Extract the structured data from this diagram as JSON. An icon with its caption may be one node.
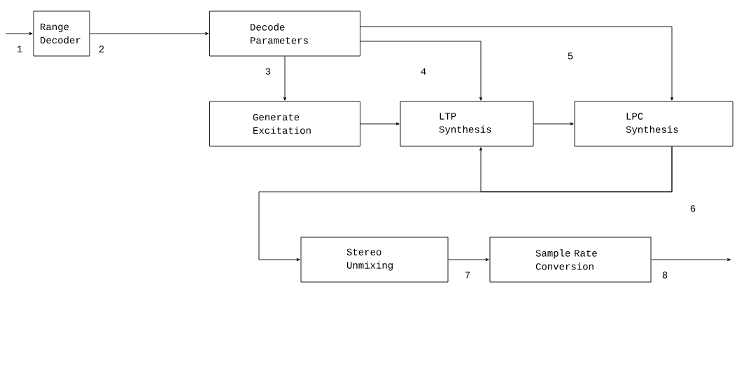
{
  "diagram": {
    "nodes": [
      {
        "text": [
          "Range Decoder"
        ]
      },
      {
        "text": [
          "Decode Parameters"
        ]
      },
      {
        "text": [
          "Generate Excitation"
        ]
      },
      {
        "text": [
          "LTP Synthesis"
        ]
      },
      {
        "text": [
          "LPC Synthesis"
        ]
      },
      {
        "text": [
          "Stereo Unmixing"
        ]
      },
      {
        "text": [
          "Sample Rate Conversion"
        ]
      }
    ],
    "edges": [
      {
        "from": null,
        "to": 0,
        "arrow": "to",
        "label": "1"
      },
      {
        "from": 0,
        "to": 1,
        "arrow": "to",
        "label": "2"
      },
      {
        "from": 1,
        "to": 2,
        "arrow": "to",
        "label": "3"
      },
      {
        "from": 1,
        "to": 3,
        "arrow": "to",
        "label": "4"
      },
      {
        "from": 1,
        "to": 4,
        "arrow": "to",
        "label": "5"
      },
      {
        "from": 2,
        "to": 3,
        "arrow": "to"
      },
      {
        "from": 3,
        "to": 4,
        "arrow": "to"
      },
      {
        "from": 4,
        "to": 3,
        "arrow": "to"
      },
      {
        "from": 4,
        "to": 5,
        "arrow": "to",
        "label": "6"
      },
      {
        "from": 5,
        "to": 6,
        "arrow": "to",
        "label": "7"
      },
      {
        "from": 6,
        "to": null,
        "arrow": "to",
        "label": "8"
      }
    ]
  }
}
